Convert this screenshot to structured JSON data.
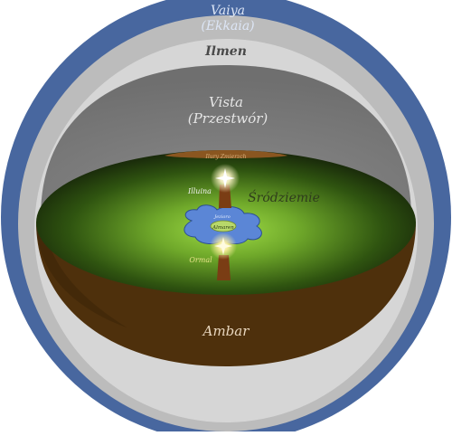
{
  "labels": {
    "vaiya": "Vaiya",
    "ekkaia": "(Ekkaia)",
    "ilmen": "Ilmen",
    "vista": "Vista",
    "przestwor": "(Przestwór)",
    "sroudziemie": "Śródziemie",
    "illuin": "Illuina",
    "ormal": "Ormal",
    "almaren": "Almaren",
    "ambar": "Ambar",
    "walls": "Ilury Zmierzch",
    "lake": "Jezioro"
  },
  "colors": {
    "vaiya_ring": "#48679f",
    "ilmen_ring": "#bcbcbc",
    "vista_dome": "#7f7f7f",
    "earth_rim": "#6e3f12",
    "earth_body": "#4b2d0c",
    "land_light": "#8ccf38",
    "land_dark": "#1a2e08",
    "lake": "#5b86d6",
    "lamp_glow": "#fff4b8",
    "label_light": "#f2f2f2",
    "label_dark": "#3a3a3a"
  }
}
